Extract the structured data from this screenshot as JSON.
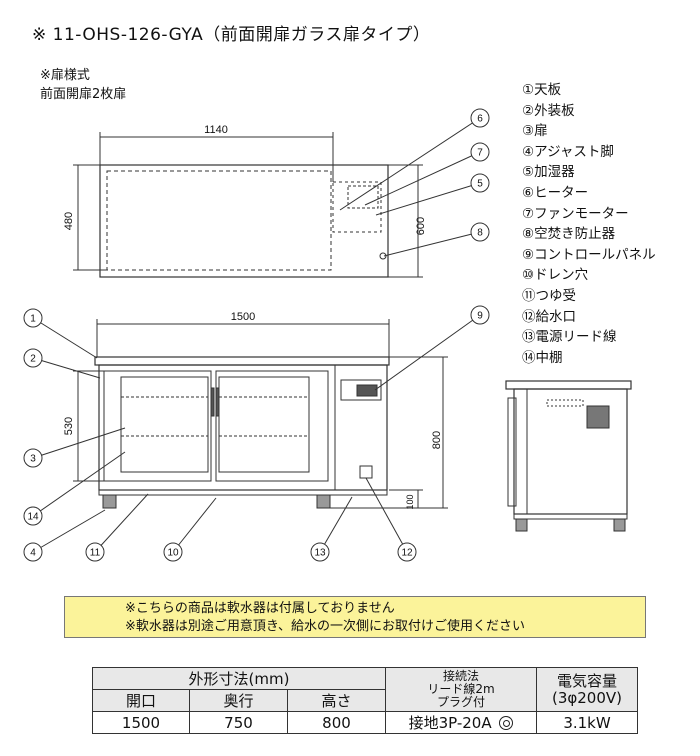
{
  "title": "※ 11-OHS-126-GYA（前面開扉ガラス扉タイプ）",
  "door_spec": {
    "heading": "※扉様式",
    "value": "前面開扉2枚扉"
  },
  "legend": [
    "①天板",
    "②外装板",
    "③扉",
    "④アジャスト脚",
    "⑤加湿器",
    "⑥ヒーター",
    "⑦ファンモーター",
    "⑧空焚き防止器",
    "⑨コントロールパネル",
    "⑩ドレン穴",
    "⑪つゆ受",
    "⑫給水口",
    "⑬電源リード線",
    "⑭中棚"
  ],
  "dimensions": {
    "top_width": "1140",
    "top_depth": "480",
    "total_depth": "600",
    "front_width": "1500",
    "door_height": "530",
    "total_height": "800",
    "leg_height": "100"
  },
  "callouts": [
    "1",
    "2",
    "3",
    "4",
    "5",
    "6",
    "7",
    "8",
    "9",
    "10",
    "11",
    "12",
    "13",
    "14"
  ],
  "notice": [
    "※こちらの商品は軟水器は付属しておりません",
    "※軟水器は別途ご用意頂き、給水の一次側にお取付けご使用ください"
  ],
  "table": {
    "header_outer": "外形寸法(mm)",
    "col_opening": "開口",
    "col_depth": "奥行",
    "col_height": "高さ",
    "header_connection": "接続法\nリード線2m\nプラグ付",
    "header_power": "電気容量\n(3φ200V)",
    "val_opening": "1500",
    "val_depth": "750",
    "val_height": "800",
    "val_connection": "接地3P-20A",
    "val_power": "3.1kW"
  }
}
